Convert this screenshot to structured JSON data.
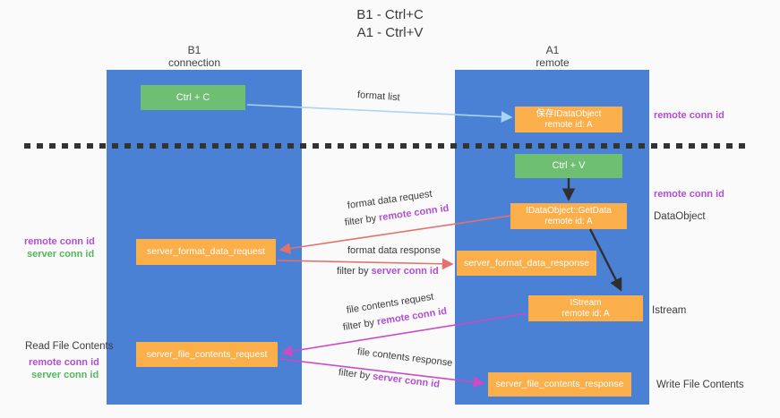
{
  "title": {
    "line1": "B1 - Ctrl+C",
    "line2": "A1 - Ctrl+V"
  },
  "columns": {
    "left": {
      "header_line1": "B1",
      "header_line2": "connection"
    },
    "right": {
      "header_line1": "A1",
      "header_line2": "remote"
    }
  },
  "boxes": {
    "ctrl_c": {
      "label": "Ctrl + C"
    },
    "ctrl_v": {
      "label": "Ctrl + V"
    },
    "save_idataobject": {
      "line1": "保存IDataObject",
      "line2": "remote id: A"
    },
    "getdata": {
      "line1": "IDataObject::GetData",
      "line2": "remote id: A"
    },
    "istream": {
      "line1": "IStream",
      "line2": "remote id: A"
    },
    "server_format_data_request": {
      "label": "server_format_data_request"
    },
    "server_format_data_response": {
      "label": "server_format_data_response"
    },
    "server_file_contents_request": {
      "label": "server_file_contents_request"
    },
    "server_file_contents_response": {
      "label": "server_file_contents_response"
    }
  },
  "arrow_labels": {
    "format_list": "format list",
    "format_data_request": "format data request",
    "filter_remote_1": {
      "prefix": "filter by ",
      "highlight": "remote conn id"
    },
    "format_data_response": "format data response",
    "filter_server_1": {
      "prefix": "filter by ",
      "highlight": "server conn id"
    },
    "file_contents_request": "file contents request",
    "filter_remote_2": {
      "prefix": "filter by ",
      "highlight": "remote conn id"
    },
    "file_contents_response": "file contents response",
    "filter_server_2": {
      "prefix": "filter by ",
      "highlight": "server conn id"
    }
  },
  "side_labels": {
    "remote_conn_id_top": "remote conn id",
    "remote_conn_id_mid": "remote conn id",
    "dataobject": "DataObject",
    "istream": "Istream",
    "write_file_contents": "Write File Contents",
    "read_file_contents": "Read File Contents",
    "left_remote_conn_id_1": "remote conn id",
    "left_server_conn_id_1": "server conn id",
    "left_remote_conn_id_2": "remote conn id",
    "left_server_conn_id_2": "server conn id"
  },
  "colors": {
    "background": "#fafafa",
    "column_blue": "#4a81d4",
    "box_green": "#6fbf73",
    "box_orange": "#fbaf4a",
    "arrow_lightblue": "#a9d3f2",
    "arrow_salmon": "#e4726c",
    "arrow_magenta": "#cc4ac4",
    "arrow_black": "#2f2f2f",
    "text_purple": "#b14fd1",
    "text_green": "#52b85c",
    "text_dark": "#3b3b3b",
    "dashed_line": "#333333"
  }
}
